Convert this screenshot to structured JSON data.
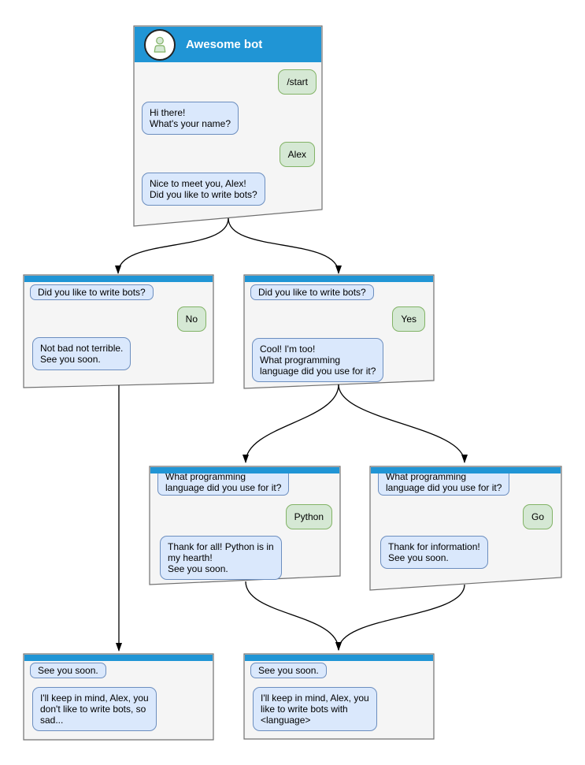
{
  "colors": {
    "header-blue": "#2095d5",
    "window-bg": "#f5f5f5",
    "window-border": "#707070",
    "bot-bubble-bg": "#dae8fc",
    "bot-bubble-border": "#6c8ebf",
    "user-bubble-bg": "#d5e8d4",
    "user-bubble-border": "#82b366",
    "arrow": "#000000",
    "title-text": "#ffffff",
    "bubble-text": "#000000"
  },
  "windows": {
    "root": {
      "title": "Awesome bot",
      "messages": [
        {
          "from": "user",
          "text": "/start"
        },
        {
          "from": "bot",
          "text": "Hi there!\nWhat's your name?"
        },
        {
          "from": "user",
          "text": "Alex"
        },
        {
          "from": "bot",
          "text": "Nice to meet you, Alex!\nDid you like to write bots?"
        }
      ]
    },
    "no": {
      "quote": "Did you like to write bots?",
      "answer": "No",
      "reply": "Not bad not terrible.\nSee you soon."
    },
    "yes": {
      "quote": "Did you like to write bots?",
      "answer": "Yes",
      "reply": "Cool! I'm too!\nWhat programming\nlanguage did you use for it?"
    },
    "python": {
      "quote": "What programming\nlanguage did you use for it?",
      "answer": "Python",
      "reply": "Thank for all! Python is in\nmy hearth!\nSee you soon."
    },
    "go": {
      "quote": "What programming\nlanguage did you use for it?",
      "answer": "Go",
      "reply": "Thank for information!\nSee you soon."
    },
    "end_no": {
      "quote": "See you soon.",
      "reply": "I'll keep in mind, Alex, you\ndon't like to write bots, so\nsad..."
    },
    "end_yes": {
      "quote": "See you soon.",
      "reply": "I'll keep in mind, Alex, you\nlike to write bots with\n<language>"
    }
  }
}
